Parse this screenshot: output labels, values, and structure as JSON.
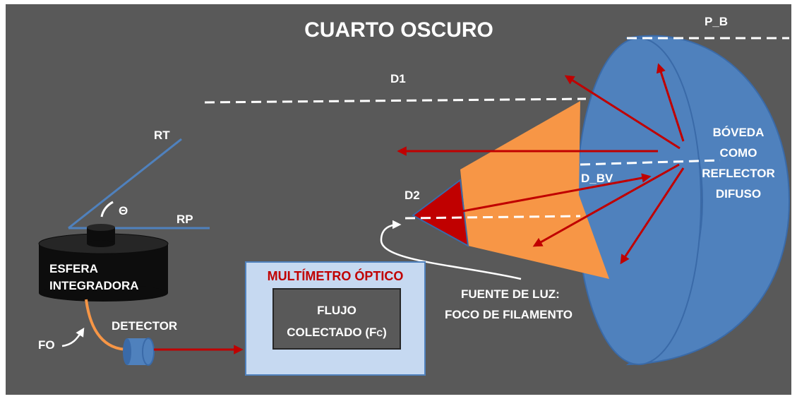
{
  "title": "CUARTO OSCURO",
  "labels": {
    "p_b": "P_B",
    "d1": "D1",
    "d2": "D2",
    "d_bv": "D_BV",
    "rt": "RT",
    "rp": "RP",
    "theta": "Θ",
    "fo": "FO",
    "detector": "DETECTOR"
  },
  "sphere": {
    "line1": "ESFERA",
    "line2": "INTEGRADORA"
  },
  "dome": {
    "line1": "BÓVEDA",
    "line2": "COMO",
    "line3": "REFLECTOR",
    "line4": "DIFUSO"
  },
  "multimeter": {
    "title": "MULTÍMETRO ÓPTICO",
    "line1": "FLUJO",
    "line2_prefix": "COLECTADO (F",
    "line2_sub": "C",
    "line2_suffix": ")"
  },
  "source": {
    "line1": "FUENTE DE LUZ:",
    "line2": "FOCO DE FILAMENTO"
  },
  "colors": {
    "background": "#595959",
    "dome": "#4f81bd",
    "cone": "#f79646",
    "arrow": "#c00000",
    "panel": "#c6d9f1",
    "inner_box": "#595959",
    "sphere": "#0d0d0d",
    "fiber": "#f79646",
    "detector": "#4f81bd"
  }
}
